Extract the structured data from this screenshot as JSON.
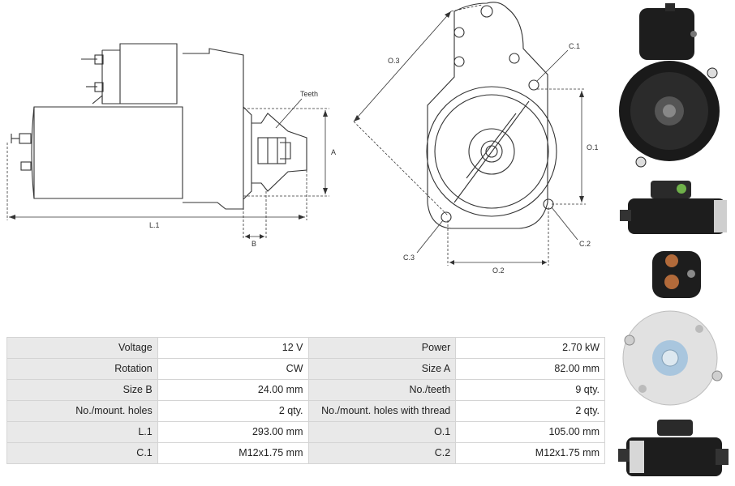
{
  "diagram_labels": {
    "teeth": "Teeth",
    "a": "A",
    "l1": "L.1",
    "b": "B",
    "o3": "O.3",
    "c1": "C.1",
    "o1": "O.1",
    "c2": "C.2",
    "c3": "C.3",
    "o2": "O.2"
  },
  "specs": {
    "rows": [
      {
        "k1": "Voltage",
        "v1": "12 V",
        "k2": "Power",
        "v2": "2.70 kW"
      },
      {
        "k1": "Rotation",
        "v1": "CW",
        "k2": "Size A",
        "v2": "82.00 mm"
      },
      {
        "k1": "Size B",
        "v1": "24.00 mm",
        "k2": "No./teeth",
        "v2": "9 qty."
      },
      {
        "k1": "No./mount. holes",
        "v1": "2 qty.",
        "k2": "No./mount. holes with thread",
        "v2": "2 qty."
      },
      {
        "k1": "L.1",
        "v1": "293.00 mm",
        "k2": "O.1",
        "v2": "105.00 mm"
      },
      {
        "k1": "C.1",
        "v1": "M12x1.75 mm",
        "k2": "C.2",
        "v2": "M12x1.75 mm"
      }
    ]
  }
}
